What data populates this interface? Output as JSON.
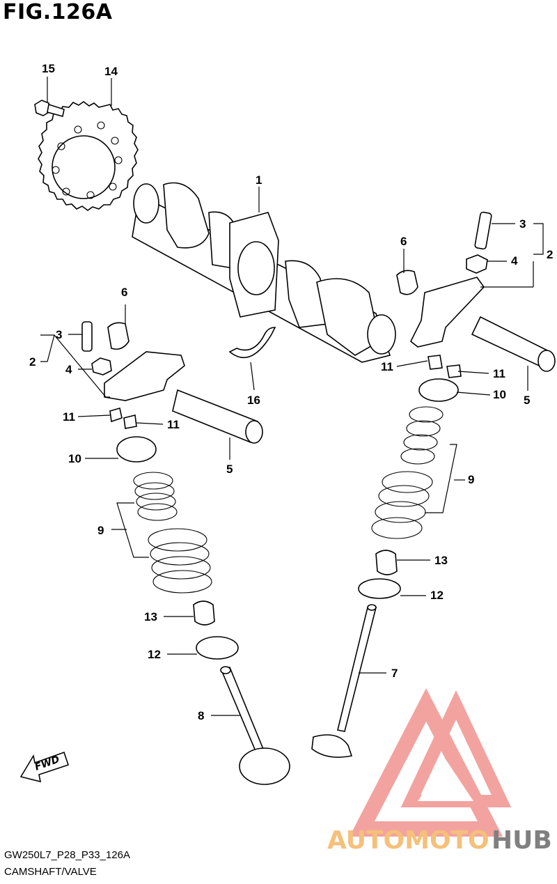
{
  "figure": {
    "title": "FIG.126A",
    "footer_code": "GW250L7_P28_P33_126A",
    "footer_name": "CAMSHAFT/VALVE"
  },
  "direction_marker": {
    "label": "FWD",
    "icon": "arrow-fwd-icon"
  },
  "watermark": {
    "brand_part1": "AUTOMOTO",
    "brand_part2": "HUB",
    "color_primary": "#f19a95",
    "color_accent": "#f5c07a",
    "color_dark": "#808080"
  },
  "callouts": {
    "c1": "1",
    "c2_right": "2",
    "c2_left": "2",
    "c3_right": "3",
    "c3_left": "3",
    "c4_right": "4",
    "c4_left": "4",
    "c5_right": "5",
    "c5_left": "5",
    "c6_right": "6",
    "c6_left": "6",
    "c7": "7",
    "c8": "8",
    "c9_right": "9",
    "c9_left": "9",
    "c10_right": "10",
    "c10_left": "10",
    "c11_right_a": "11",
    "c11_right_b": "11",
    "c11_left_a": "11",
    "c11_left_b": "11",
    "c12_right": "12",
    "c12_left": "12",
    "c13_right": "13",
    "c13_left": "13",
    "c14": "14",
    "c15": "15",
    "c16": "16"
  }
}
